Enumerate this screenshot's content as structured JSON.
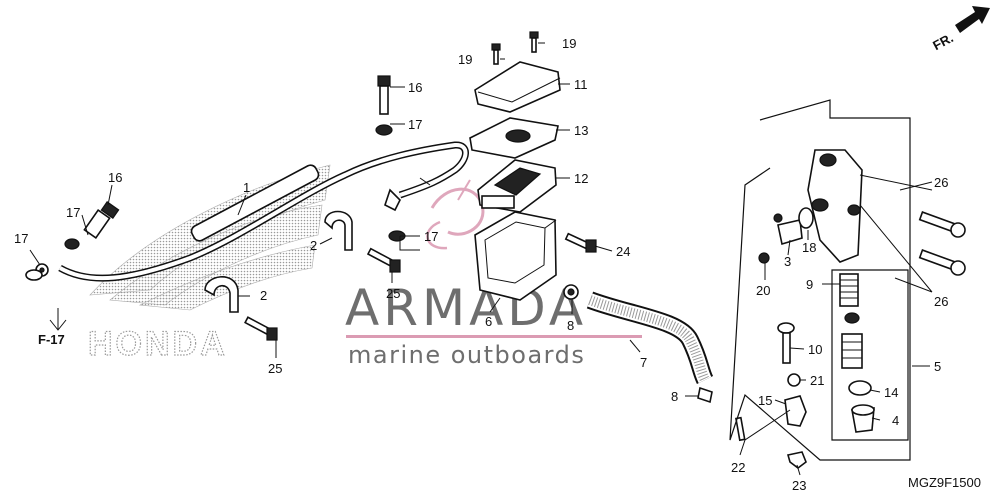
{
  "diagram": {
    "parts": {
      "p1": "1",
      "p2a": "2",
      "p2b": "2",
      "p3": "3",
      "p4": "4",
      "p5": "5",
      "p6": "6",
      "p7": "7",
      "p8a": "8",
      "p8b": "8",
      "p9": "9",
      "p10": "10",
      "p11": "11",
      "p12": "12",
      "p13": "13",
      "p14": "14",
      "p15": "15",
      "p16a": "16",
      "p16b": "16",
      "p17a": "17",
      "p17b": "17",
      "p17c": "17",
      "p17d": "17",
      "p18": "18",
      "p19a": "19",
      "p19b": "19",
      "p20": "20",
      "p21": "21",
      "p22": "22",
      "p23": "23",
      "p24": "24",
      "p25a": "25",
      "p25b": "25",
      "p26a": "26",
      "p26b": "26"
    },
    "ref_f17": "F-17",
    "fr_label": "FR.",
    "code": "MGZ9F1500",
    "honda_logo": "HONDA"
  },
  "watermark": {
    "brand": "ARMADA",
    "tagline": "marine outboards"
  }
}
